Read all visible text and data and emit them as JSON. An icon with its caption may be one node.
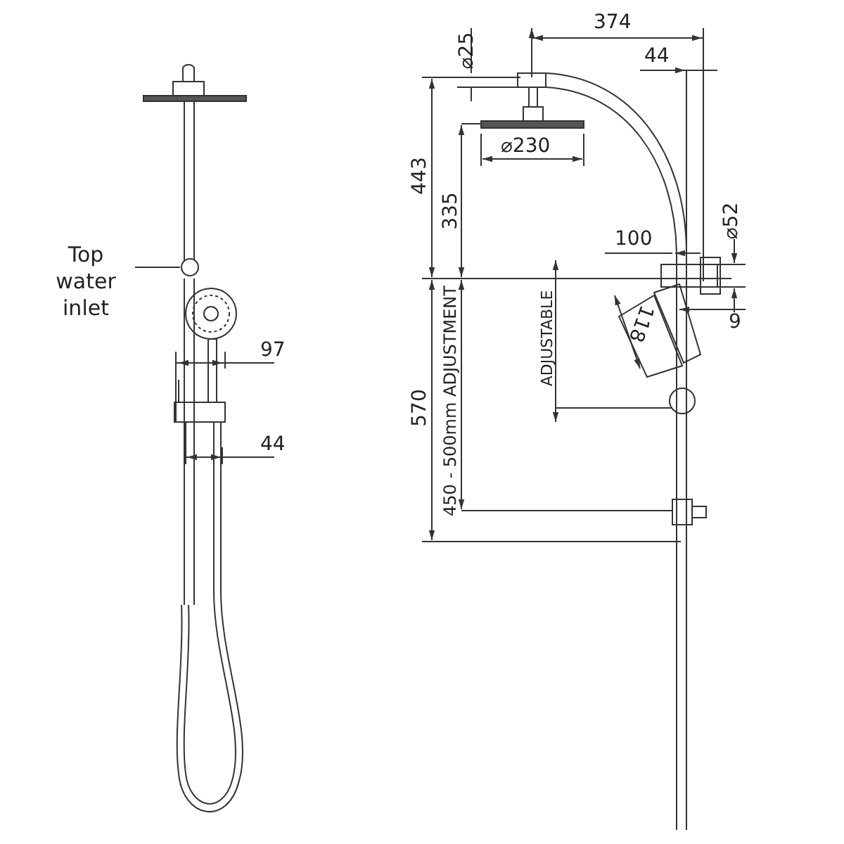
{
  "diagram": {
    "nodes": [
      {
        "text": [
          "Top water inlet"
        ]
      },
      {
        "text": [],
        "shape": "circle"
      }
    ],
    "edges": [
      {
        "from": 0,
        "to": 1,
        "arrow": "none"
      }
    ],
    "labels": [
      "97",
      "44",
      "⌀25",
      "374",
      "44",
      "⌀230",
      "443",
      "335",
      "100",
      "⌀52",
      "ADJUSTABLE",
      "118",
      "9",
      "570",
      "450 - 500mm ADJUSTMENT"
    ]
  }
}
